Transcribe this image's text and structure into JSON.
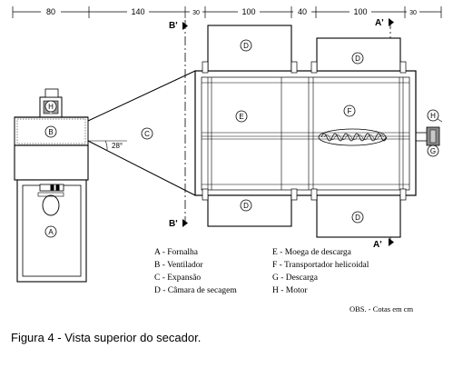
{
  "dimensions": {
    "d1": "80",
    "d2": "140",
    "d3": "30",
    "d4": "100",
    "d5": "40",
    "d6": "100",
    "d7": "30"
  },
  "section_marks": {
    "b_top": "B'",
    "b_bottom": "B'",
    "a_top": "A'",
    "a_bottom": "A'"
  },
  "component_letters": {
    "A": "A",
    "B": "B",
    "C": "C",
    "D": "D",
    "E": "E",
    "F": "F",
    "G": "G",
    "H": "H"
  },
  "angle_label": "28°",
  "legend": [
    "A - Fornalha",
    "B - Ventilador",
    "C - Expansão",
    "D - Câmara de secagem",
    "E - Moega de descarga",
    "F - Transportador helicoidal",
    "G - Descarga",
    "H - Motor"
  ],
  "obs": "OBS. - Cotas em cm",
  "caption": "Figura 4 - Vista superior do secador."
}
